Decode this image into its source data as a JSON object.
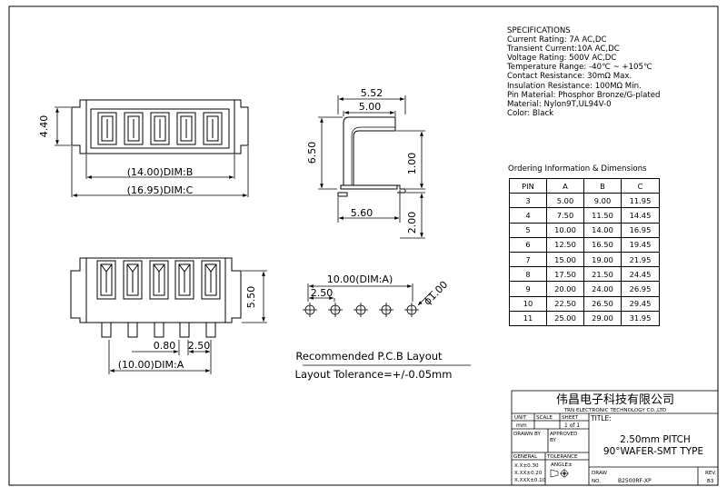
{
  "specifications": {
    "heading": "SPECIFICATIONS",
    "lines": [
      "Current Rating: 7A AC,DC",
      "Transient Current:10A AC,DC",
      "Voltage Rating: 500V AC,DC",
      "Temperature Range: -40℃ ~ +105℃",
      "Contact Resistance: 30mΩ Max.",
      "Insulation Resistance: 100MΩ Min.",
      "Pin Material: Phosphor Bronze/G-plated",
      "Material: Nylon9T,UL94V-0",
      "Color: Black"
    ]
  },
  "ordering": {
    "title": "Ordering Information & Dimensions",
    "headers": [
      "PIN",
      "A",
      "B",
      "C"
    ],
    "rows": [
      [
        "3",
        "5.00",
        "9.00",
        "11.95"
      ],
      [
        "4",
        "7.50",
        "11.50",
        "14.45"
      ],
      [
        "5",
        "10.00",
        "14.00",
        "16.95"
      ],
      [
        "6",
        "12.50",
        "16.50",
        "19.45"
      ],
      [
        "7",
        "15.00",
        "19.00",
        "21.95"
      ],
      [
        "8",
        "17.50",
        "21.50",
        "24.45"
      ],
      [
        "9",
        "20.00",
        "24.00",
        "26.95"
      ],
      [
        "10",
        "22.50",
        "26.50",
        "29.45"
      ],
      [
        "11",
        "25.00",
        "29.00",
        "31.95"
      ]
    ]
  },
  "dimensions": {
    "front_height": "4.40",
    "dim_b": "(14.00)DIM:B",
    "dim_c": "(16.95)DIM:C",
    "side_w1": "5.52",
    "side_w2": "5.00",
    "side_h": "6.50",
    "side_1": "1.00",
    "side_bottom": "5.60",
    "side_2": "2.00",
    "bottom_h": "5.50",
    "pin_w": "0.80",
    "pitch": "2.50",
    "dim_a": "(10.00)DIM:A",
    "pcb_dim_a": "10.00(DIM:A)",
    "pcb_pitch": "2.50",
    "hole": "ϕ1.00"
  },
  "pcb_layout": {
    "title": "Recommended P.C.B Layout",
    "tolerance": "Layout Tolerance=+/-0.05mm"
  },
  "title_block": {
    "company_cn": "伟昌电子科技有限公司",
    "company_en": "TRN ELECTRONIC TECHNOLOGY CO.,LTD",
    "unit_label": "UNIT",
    "unit_value": "mm",
    "scale_label": "SCALE",
    "sheet_label": "SHEET",
    "sheet_value": "1 of 1",
    "title_label": "TITLE:",
    "drawn_by": "DRAWN BY",
    "approved_by": "APPROVED BY",
    "title_line1": "2.50mm PITCH",
    "title_line2": "90°WAFER-SMT TYPE",
    "general": "GENERAL",
    "tolerance": "TOLERANCE",
    "tol1": "X.X±0.30",
    "tol2": "X.XX±0.20",
    "tol3": "X.XXX±0.10",
    "angle": "ANGLE±",
    "draw_label": "DRAW",
    "draw_no": "NO.",
    "part_no": "B2500RF-XP",
    "rev_label": "REV.",
    "rev_value": "B3"
  }
}
